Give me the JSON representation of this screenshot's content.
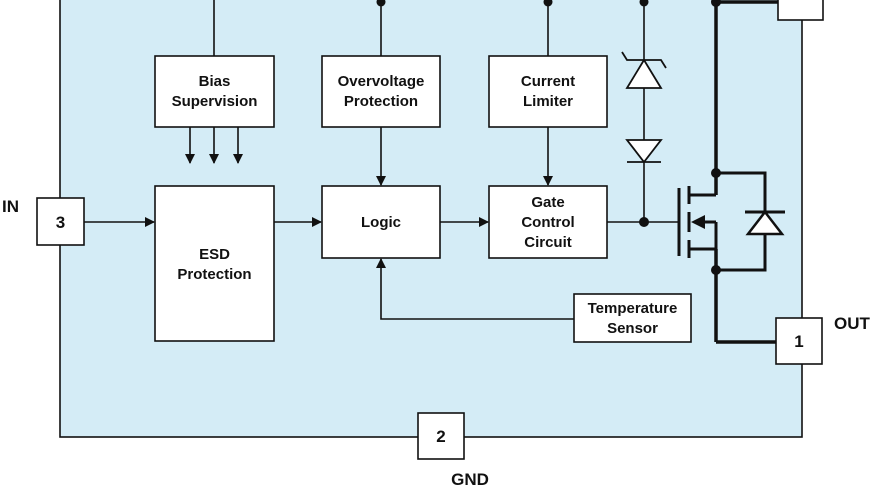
{
  "colors": {
    "chip_fill": "#d4ecf6",
    "block_fill": "#ffffff",
    "stroke": "#111111",
    "text": "#111111"
  },
  "blocks": {
    "bias": {
      "line1": "Bias",
      "line2": "Supervision"
    },
    "overvoltage": {
      "line1": "Overvoltage",
      "line2": "Protection"
    },
    "current": {
      "line1": "Current",
      "line2": "Limiter"
    },
    "esd": {
      "line1": "ESD",
      "line2": "Protection"
    },
    "logic": {
      "label": "Logic"
    },
    "gate": {
      "line1": "Gate",
      "line2": "Control",
      "line3": "Circuit"
    },
    "temp": {
      "line1": "Temperature",
      "line2": "Sensor"
    }
  },
  "pins": {
    "in": {
      "number": "3",
      "name": "IN"
    },
    "out": {
      "number": "1",
      "name": "OUT"
    },
    "gnd": {
      "number": "2",
      "name": "GND"
    }
  }
}
